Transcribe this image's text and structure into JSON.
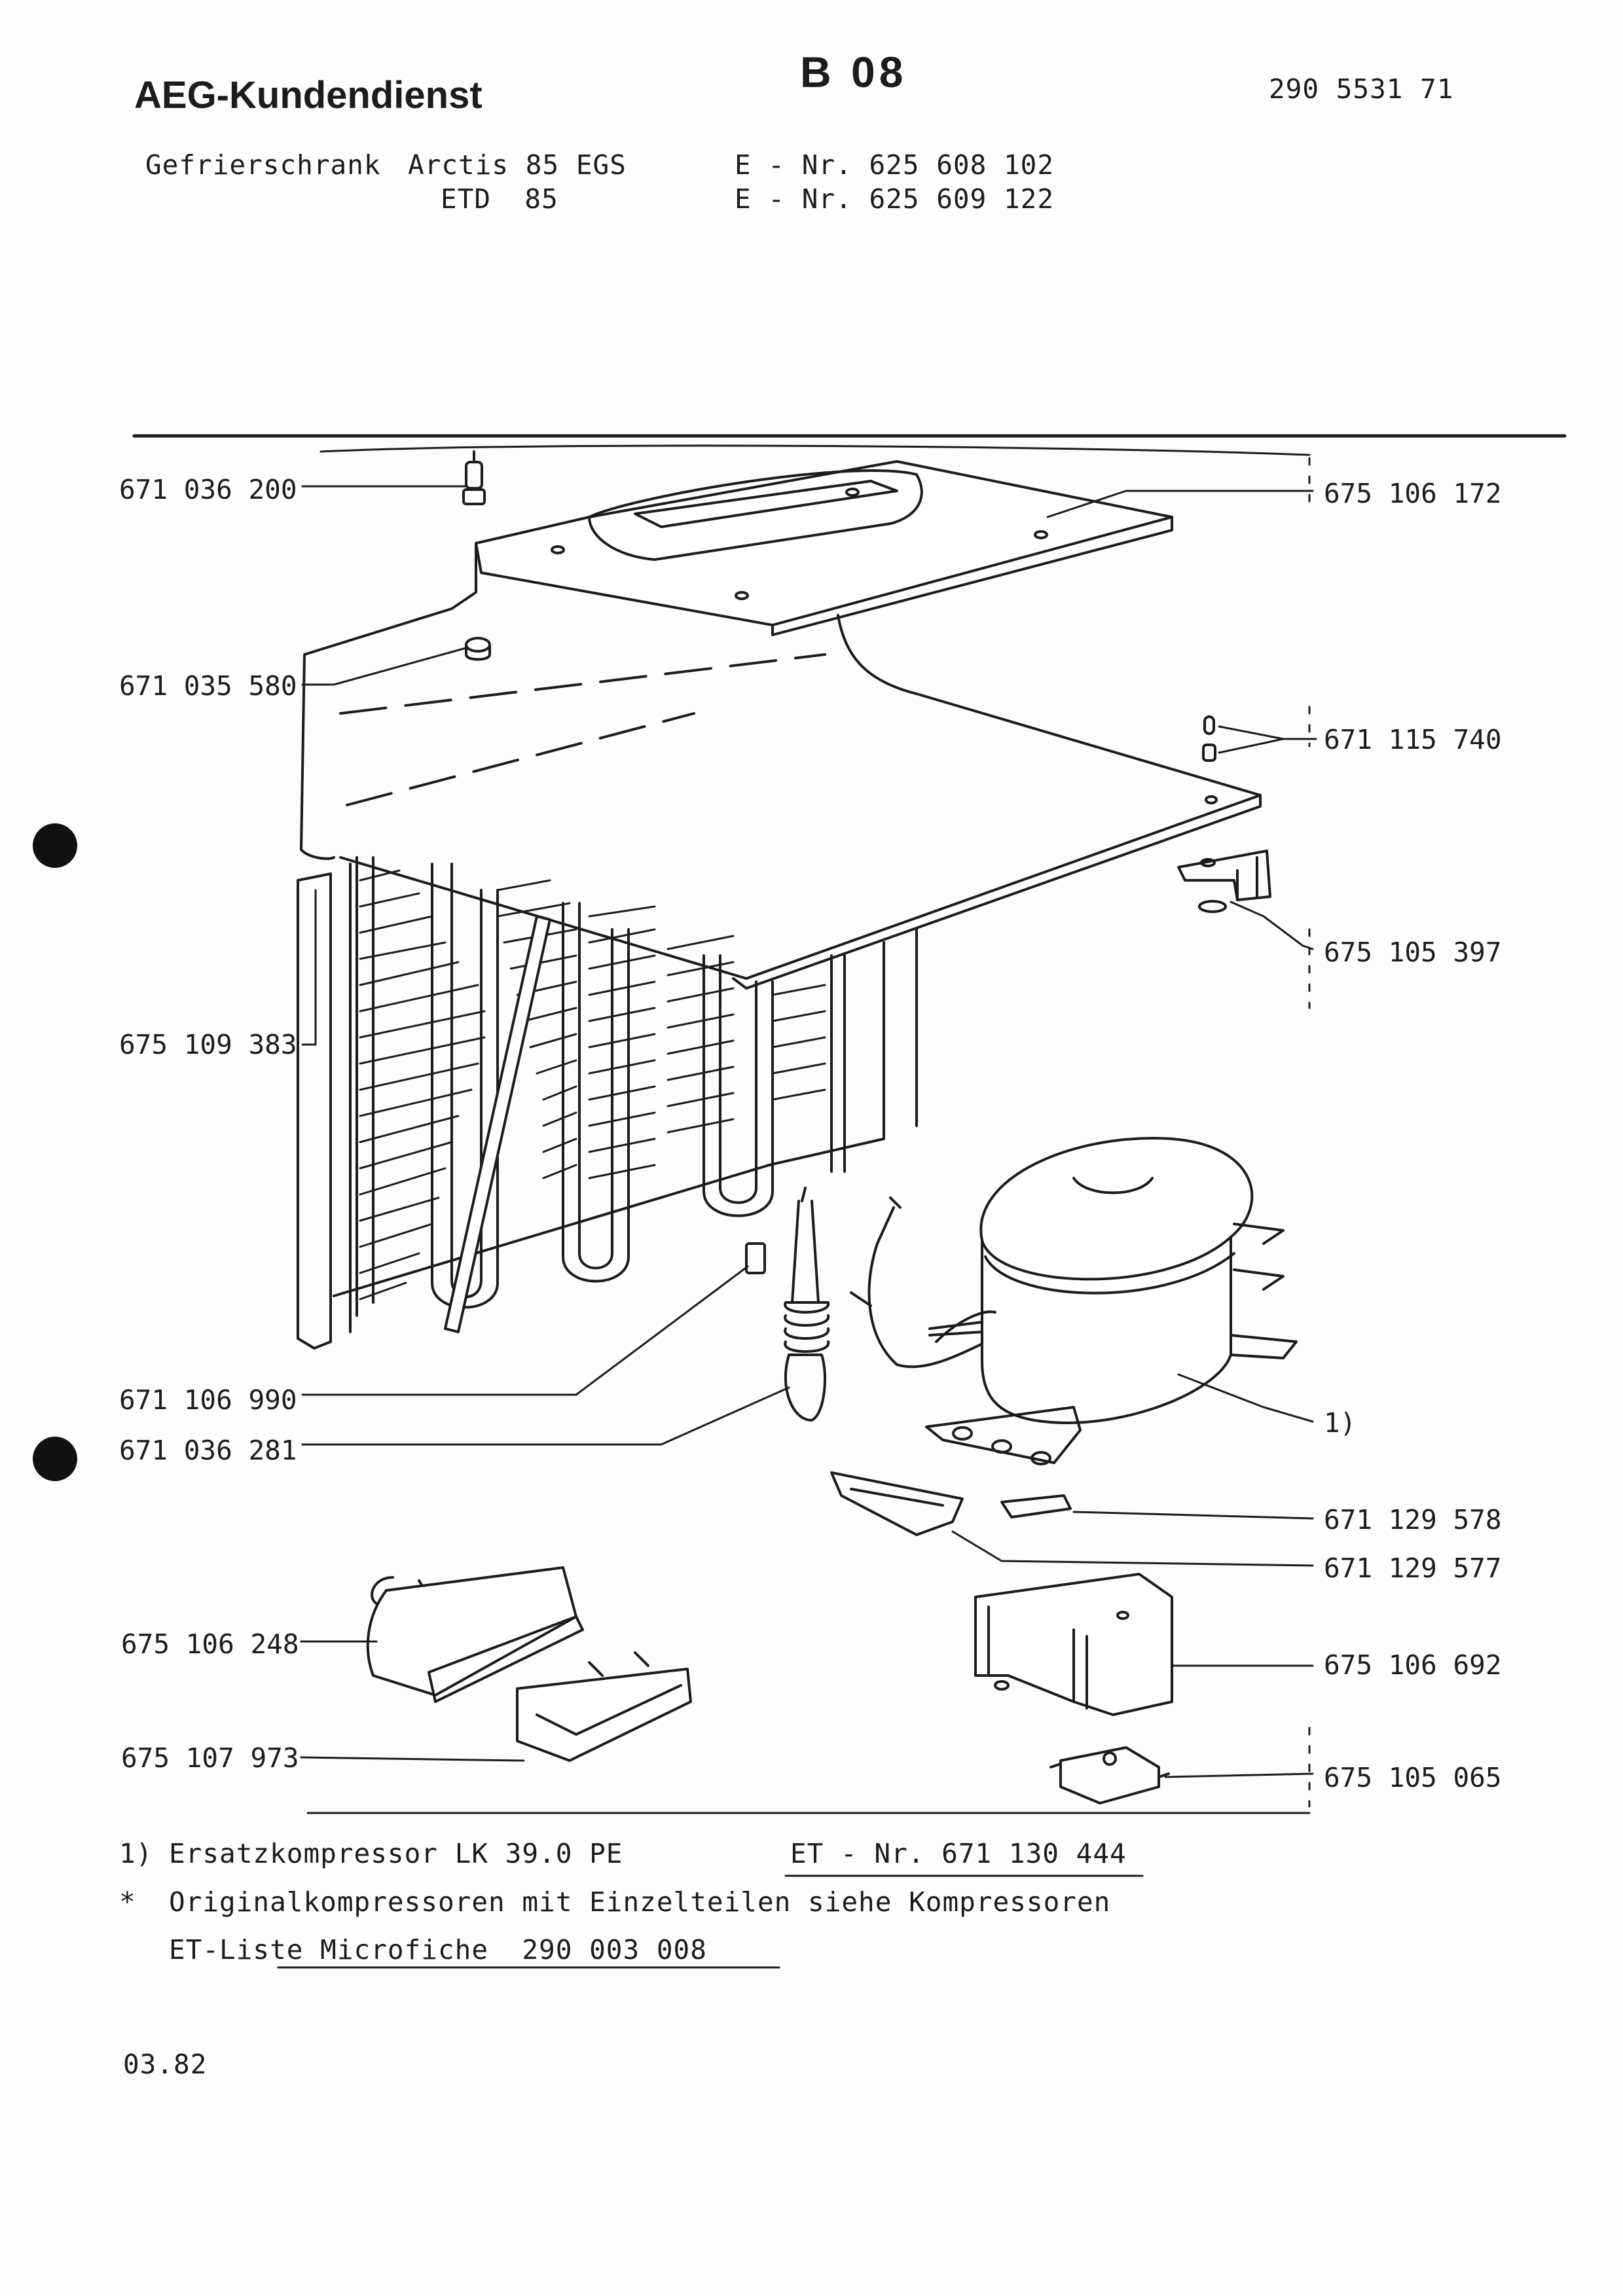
{
  "header": {
    "brand": "AEG-Kundendienst",
    "sheet": "B 08",
    "doc_number": "290 5531 71"
  },
  "appliance": {
    "type": "Gefrierschrank",
    "model_1": "Arctis 85 EGS",
    "model_2": "ETD  85",
    "enr_1": "E - Nr. 625 608 102",
    "enr_2": "E - Nr. 625 609 122"
  },
  "parts_left": [
    "671 036 200",
    "671 035 580",
    "675 109 383",
    "671 106 990",
    "671 036 281",
    "675 106 248",
    "675 107 973"
  ],
  "parts_right": [
    "675 106 172",
    "671 115 740",
    "675 105 397",
    "1)",
    "671 129 578",
    "671 129 577",
    "675 106 692",
    "675 105 065"
  ],
  "notes": {
    "note1_marker": "1)",
    "note1_text": "Ersatzkompressor LK 39.0 PE",
    "note1_et": "ET - Nr. 671 130 444",
    "note2_marker": "*",
    "note2_text": "Originalkompressoren mit Einzelteilen siehe Kompressoren",
    "note3_text": "ET-Liste Microfiche  290 003 008"
  },
  "footer": {
    "date": "03.82"
  }
}
